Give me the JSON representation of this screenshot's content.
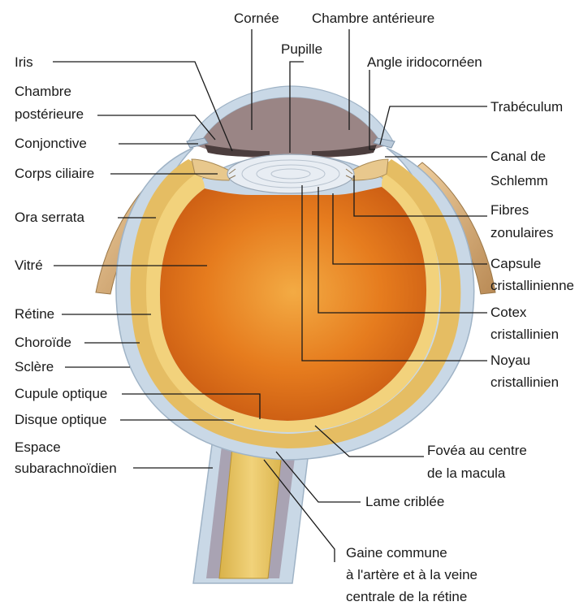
{
  "colors": {
    "sclera": "#c9d8e6",
    "sclera_edge": "#9fb3c6",
    "choroid": "#e7c16a",
    "retina": "#f2d27c",
    "vitreous_center": "#f0a23a",
    "vitreous_mid": "#e4761a",
    "vitreous_edge": "#c85a12",
    "lens": "#e8edf3",
    "iris": "#7f6a6a",
    "anterior_chamber": "#9a8585",
    "muscle": "#d9aa6a",
    "nerve": "#e9c45a"
  },
  "labels": {
    "cornee": "Cornée",
    "chambre_anterieure": "Chambre antérieure",
    "pupille": "Pupille",
    "angle_iridocorneen": "Angle iridocornéen",
    "iris": "Iris",
    "chambre_posterieure_1": "Chambre",
    "chambre_posterieure_2": "postérieure",
    "trabeculum": "Trabéculum",
    "conjonctive": "Conjonctive",
    "canal_schlemm_1": "Canal de",
    "canal_schlemm_2": "Schlemm",
    "corps_ciliaire": "Corps ciliaire",
    "fibres_zonulaires_1": "Fibres",
    "fibres_zonulaires_2": "zonulaires",
    "ora_serrata": "Ora serrata",
    "capsule_1": "Capsule",
    "capsule_2": "cristallinienne",
    "vitre": "Vitré",
    "cotex_1": "Cotex",
    "cotex_2": "cristallinien",
    "retine": "Rétine",
    "noyau_1": "Noyau",
    "noyau_2": "cristallinien",
    "choroide": "Choroïde",
    "sclere": "Sclère",
    "cupule_optique": "Cupule optique",
    "disque_optique": "Disque optique",
    "espace_1": "Espace",
    "espace_2": "subarachnoïdien",
    "fovea_1": "Fovéa au centre",
    "fovea_2": "de la macula",
    "lame_criblee": "Lame criblée",
    "gaine_1": "Gaine commune",
    "gaine_2": "à l'artère et à la veine",
    "gaine_3": "centrale de la rétine"
  }
}
